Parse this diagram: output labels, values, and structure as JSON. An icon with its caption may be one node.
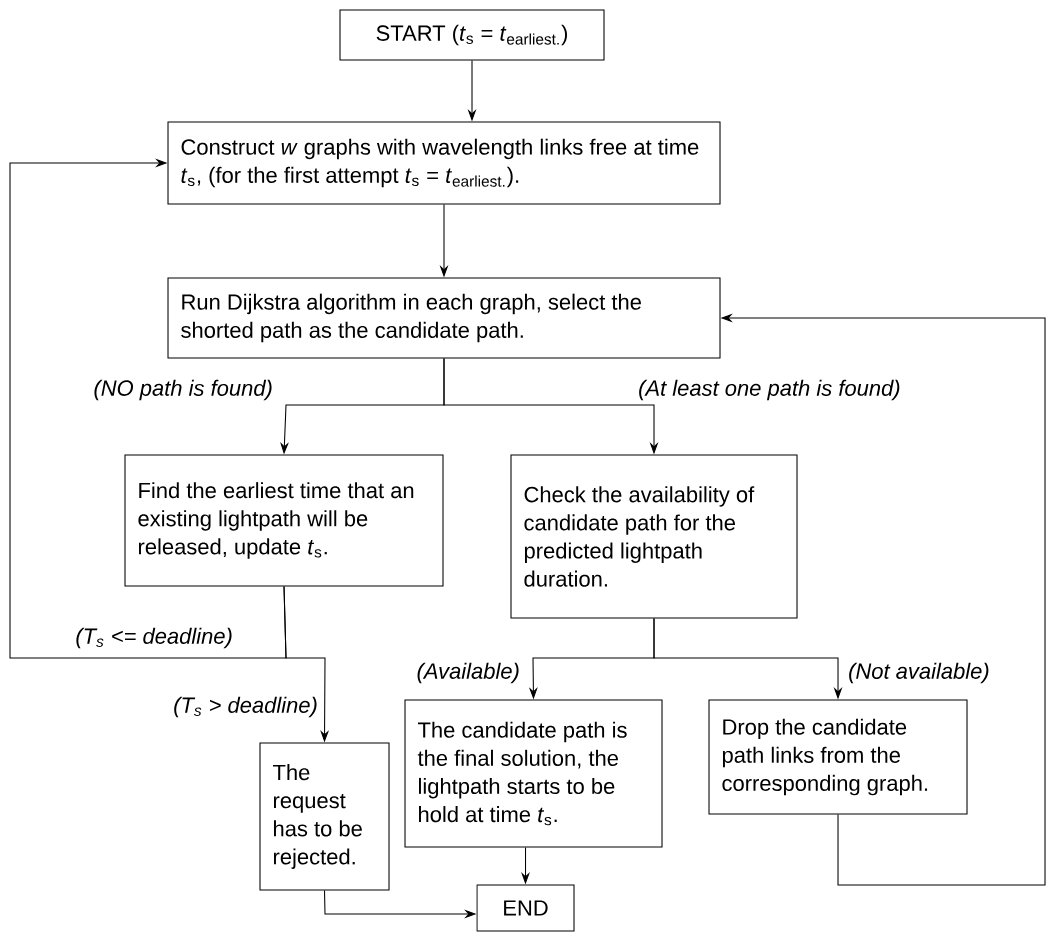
{
  "diagram": {
    "nodes": [
      {
        "text": [
          "START (*t*$_{s}$ = *t*$_{earliest.}$)"
        ]
      },
      {
        "text": [
          "Construct *w* graphs with wavelength links free at time *t*$_{s}$, (for the first attempt *t*$_{s}$ = *t*$_{earliest.}$)."
        ]
      },
      {
        "text": [
          "Run Dijkstra algorithm in each graph, select the shorted path as the candidate path."
        ]
      },
      {
        "text": [
          "Find the earliest time that an existing lightpath will be released, update *t*$_{s}$."
        ]
      },
      {
        "text": [
          "Check the availability of candidate path for the predicted lightpath duration."
        ]
      },
      {
        "text": [
          "The request has to be rejected."
        ]
      },
      {
        "text": [
          "The candidate path is the final solution, the lightpath starts to be hold at time *t*$_{s}$."
        ]
      },
      {
        "text": [
          "Drop the candidate path links from the corresponding graph."
        ]
      },
      {
        "text": [
          "END"
        ]
      }
    ],
    "edges": [
      {
        "from": 0,
        "to": 1,
        "arrow": "to"
      },
      {
        "from": 1,
        "to": 2,
        "arrow": "to"
      },
      {
        "from": 2,
        "to": 3,
        "arrow": "to",
        "label": "(NO path is found)"
      },
      {
        "from": 2,
        "to": 4,
        "arrow": "to",
        "label": "(At least one path is found)"
      },
      {
        "from": 3,
        "to": 1,
        "arrow": "to",
        "label": "(T$_{s}$ <= deadline)"
      },
      {
        "from": 3,
        "to": 5,
        "arrow": "to",
        "label": "(T$_{s}$ > deadline)"
      },
      {
        "from": 4,
        "to": 6,
        "arrow": "to",
        "label": "(Available)"
      },
      {
        "from": 4,
        "to": 7,
        "arrow": "to",
        "label": "(Not available)"
      },
      {
        "from": 6,
        "to": 8,
        "arrow": "to"
      },
      {
        "from": 5,
        "to": 8,
        "arrow": "to"
      },
      {
        "from": 7,
        "to": 2,
        "arrow": "to"
      }
    ]
  }
}
